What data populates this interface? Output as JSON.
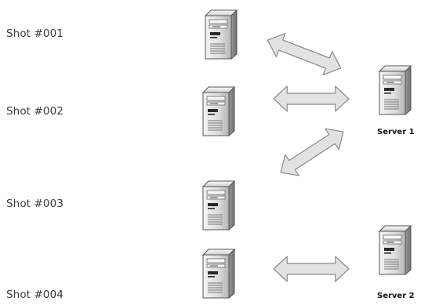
{
  "shots": [
    {
      "label": "Shot #001"
    },
    {
      "label": "Shot #002"
    },
    {
      "label": "Shot #003"
    },
    {
      "label": "Shot #004"
    }
  ],
  "servers": [
    {
      "label": "Server 1"
    },
    {
      "label": "Server 2"
    }
  ],
  "connections": [
    {
      "from": "Shot #001",
      "to": "Server 1"
    },
    {
      "from": "Shot #002",
      "to": "Server 1"
    },
    {
      "from": "Shot #003",
      "to": "Server 1"
    },
    {
      "from": "Shot #004",
      "to": "Server 2"
    }
  ],
  "colors": {
    "arrow_fill": "#e2e2e2",
    "arrow_stroke": "#8a8a8a",
    "computer_body": "#ececec",
    "computer_outline": "#555555"
  }
}
